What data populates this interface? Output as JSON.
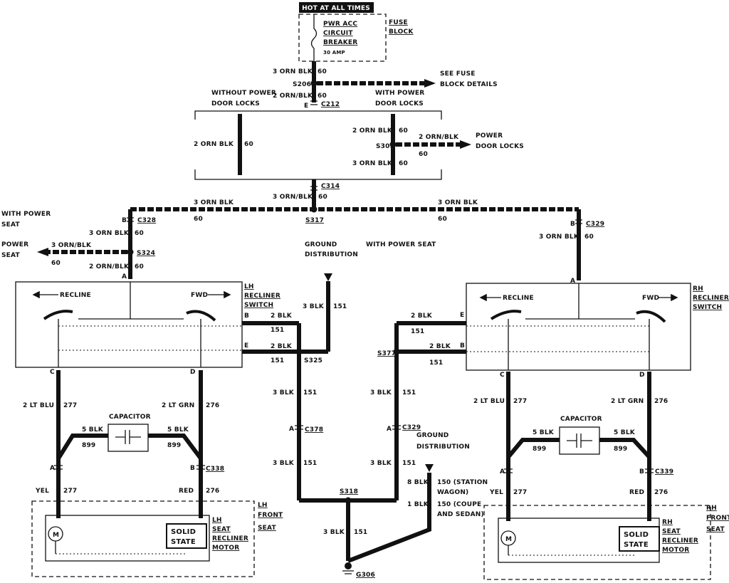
{
  "top": {
    "hot_at_all_times": "HOT AT ALL TIMES",
    "breaker_line1": "PWR ACC",
    "breaker_line2": "CIRCUIT",
    "breaker_line3": "BREAKER",
    "breaker_amp": "30 AMP",
    "fuse_block_line1": "FUSE",
    "fuse_block_line2": "BLOCK"
  },
  "trunk": {
    "wire_top": "3 ORN BLK",
    "wire_top_num": "60",
    "splice_s206": "S206",
    "see_fuse_1": "SEE FUSE",
    "see_fuse_2": "BLOCK DETAILS",
    "wire_2": "2 ORN/BLK",
    "wire_2_num": "60",
    "conn_e": "E",
    "c212": "C212",
    "without_locks_1": "WITHOUT POWER",
    "without_locks_2": "DOOR LOCKS",
    "with_locks_1": "WITH POWER",
    "with_locks_2": "DOOR LOCKS",
    "left_branch_wire": "2 ORN BLK",
    "left_branch_num": "60",
    "r_wire_a": "2 ORN BLK",
    "r_wire_a_num": "60",
    "s309": "S309",
    "power_wire": "2 ORN/BLK",
    "power_wire_num": "60",
    "power_door_locks_1": "POWER",
    "power_door_locks_2": "DOOR LOCKS",
    "r_wire_b": "3 ORN BLK",
    "r_wire_b_num": "60",
    "c314": "C314",
    "wire_c314": "3 ORN/BLK",
    "wire_c314_num": "60",
    "s317": "S317",
    "bus_left": "3 ORN BLK",
    "bus_left_num": "60",
    "bus_right": "3 ORN BLK",
    "bus_right_num": "60"
  },
  "left": {
    "with_power_seat_1": "WITH POWER",
    "with_power_seat_2": "SEAT",
    "conn_b": "B",
    "c328": "C328",
    "wire_a": "3 ORN BLK",
    "wire_a_num": "60",
    "power_seat_1": "POWER",
    "power_seat_2": "SEAT",
    "ps_wire": "3 ORN/BLK",
    "ps_num": "60",
    "s324": "S324",
    "wire_b": "2 ORN/BLK",
    "wire_b_num": "60",
    "conn_a": "A",
    "recline": "RECLINE",
    "fwd": "FWD",
    "switch_1": "LH",
    "switch_2": "RECLINER",
    "switch_3": "SWITCH",
    "pin_b": "B",
    "pin_e": "E",
    "blk_1": "2 BLK",
    "blk_1_num": "151",
    "blk_2": "2 BLK",
    "blk_2_num": "151",
    "pin_c": "C",
    "pin_d": "D",
    "wire_lt_blu": "2 LT BLU",
    "wire_lt_blu_num": "277",
    "wire_lt_grn": "2 LT GRN",
    "wire_lt_grn_num": "276",
    "capacitor": "CAPACITOR",
    "cap_l_wire": "5 BLK",
    "cap_l_num": "899",
    "cap_r_wire": "5 BLK",
    "cap_r_num": "899",
    "pin_a2": "A",
    "pin_b2": "B",
    "c338": "C338",
    "yel": "YEL",
    "yel_num": "277",
    "red": "RED",
    "red_num": "276",
    "seat_1": "LH",
    "seat_2": "FRONT",
    "seat_3": "SEAT",
    "solid_1": "SOLID",
    "solid_2": "STATE",
    "motor_1": "LH",
    "motor_2": "SEAT",
    "motor_3": "RECLINER",
    "motor_4": "MOTOR"
  },
  "center": {
    "ground_dist_1": "GROUND",
    "ground_dist_2": "DISTRIBUTION",
    "with_power_seat": "WITH POWER SEAT",
    "wire_3blk_a": "3 BLK",
    "wire_3blk_a_num": "151",
    "s325": "S325",
    "wire_3blk_b": "3 BLK",
    "wire_3blk_b_num": "151",
    "conn_a1": "A",
    "c378": "C378",
    "wire_3blk_c": "3 BLK",
    "wire_3blk_c_num": "151",
    "s377": "S377",
    "wire_3blk_d": "3 BLK",
    "wire_3blk_d_num": "151",
    "conn_a2": "A",
    "c329b": "C329",
    "ground_dist2_1": "GROUND",
    "ground_dist2_2": "DISTRIBUTION",
    "wire_3blk_e": "3 BLK",
    "wire_3blk_e_num": "151",
    "s318": "S318",
    "wagon_wire": "8 BLK",
    "wagon_text_1": "150 (STATION",
    "wagon_text_2": "WAGON)",
    "coupe_wire": "1 BLK",
    "coupe_text_1": "150 (COUPE",
    "coupe_text_2": "AND SEDAN)",
    "wire_3blk_f": "3 BLK",
    "wire_3blk_f_num": "151",
    "g306": "G306"
  },
  "right": {
    "conn_b": "B",
    "c329": "C329",
    "wire_a": "3 ORN BLK",
    "wire_a_num": "60",
    "conn_a": "A",
    "recline": "RECLINE",
    "fwd": "FWD",
    "switch_1": "RH",
    "switch_2": "RECLINER",
    "switch_3": "SWITCH",
    "pin_e": "E",
    "pin_b": "B",
    "blk_1": "2 BLK",
    "blk_1_num": "151",
    "blk_2": "2 BLK",
    "blk_2_num": "151",
    "pin_c": "C",
    "pin_d": "D",
    "wire_lt_blu": "2 LT BLU",
    "wire_lt_blu_num": "277",
    "wire_lt_grn": "2 LT GRN",
    "wire_lt_grn_num": "276",
    "capacitor": "CAPACITOR",
    "cap_l_wire": "5 BLK",
    "cap_l_num": "899",
    "cap_r_wire": "5 BLK",
    "cap_r_num": "899",
    "pin_a2": "A",
    "pin_b2": "B",
    "c339": "C339",
    "yel": "YEL",
    "yel_num": "277",
    "red": "RED",
    "red_num": "276",
    "seat_1": "RH",
    "seat_2": "FRONT",
    "seat_3": "SEAT",
    "solid_1": "SOLID",
    "solid_2": "STATE",
    "motor_1": "RH",
    "motor_2": "SEAT",
    "motor_3": "RECLINER",
    "motor_4": "MOTOR"
  }
}
